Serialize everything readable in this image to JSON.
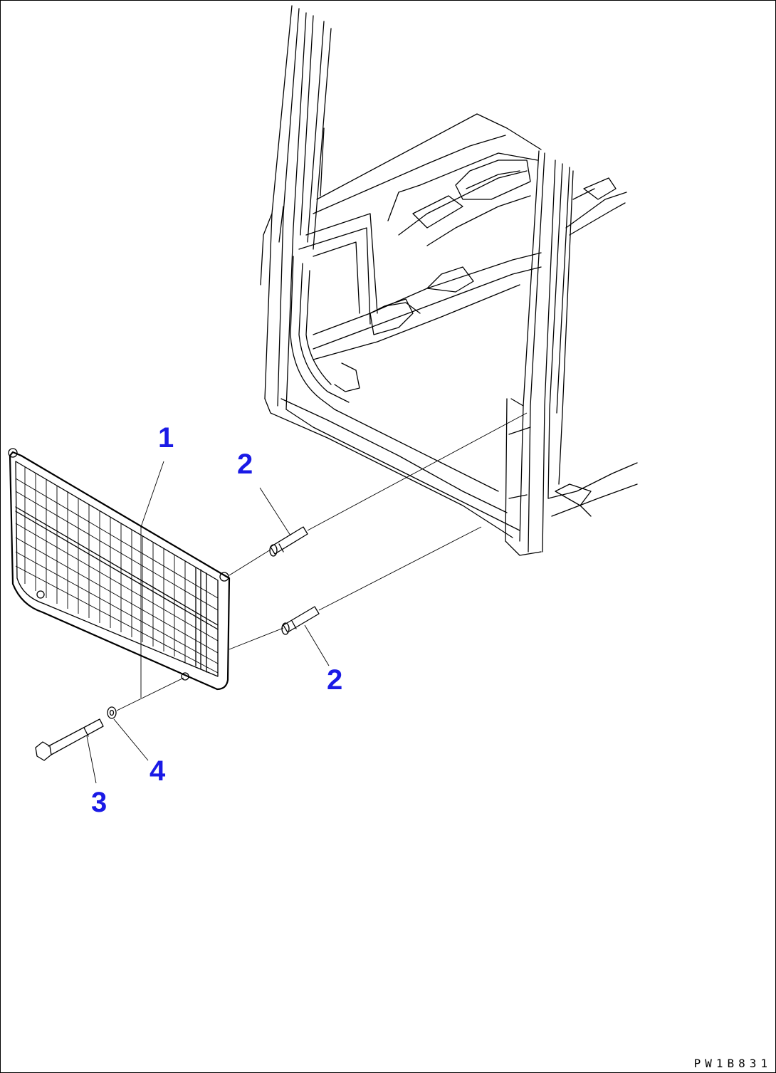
{
  "callouts": [
    {
      "id": "1",
      "part": "screen-guard"
    },
    {
      "id": "2",
      "part": "pin-upper"
    },
    {
      "id": "2",
      "part": "pin-lower"
    },
    {
      "id": "3",
      "part": "bolt"
    },
    {
      "id": "4",
      "part": "washer"
    }
  ],
  "drawing_code": "PW1B831",
  "colors": {
    "callout": "#1a1ae6",
    "line": "#000000",
    "background": "#ffffff"
  }
}
